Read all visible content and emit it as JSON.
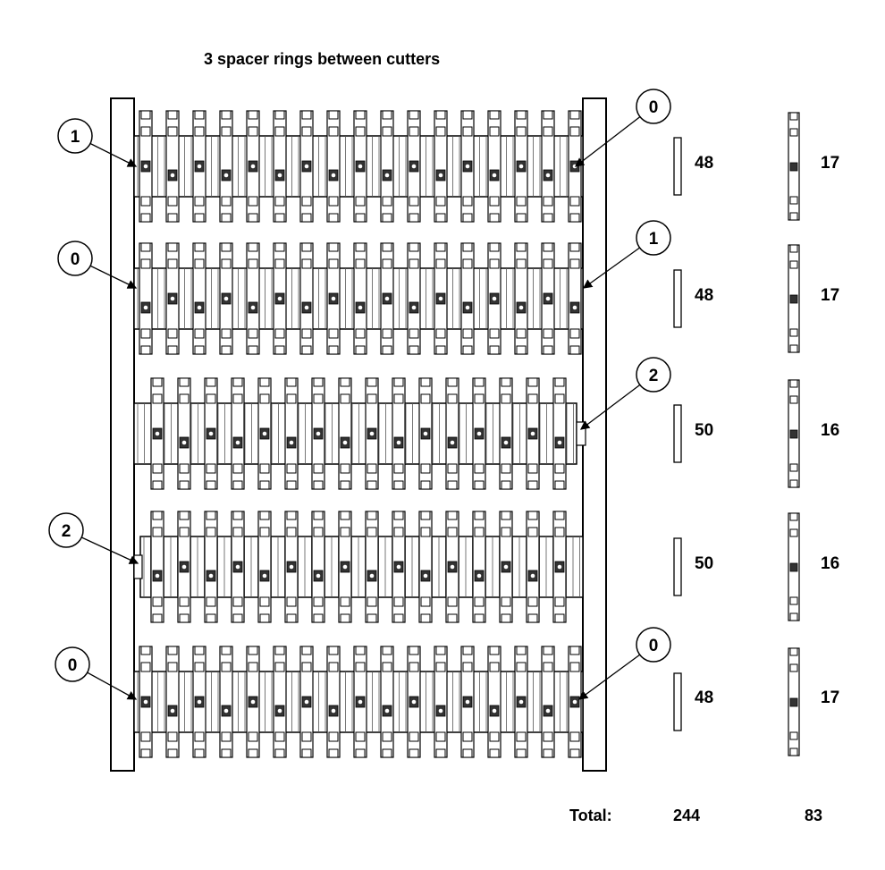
{
  "title": "3 spacer rings between cutters",
  "rows": [
    {
      "left_callout": "1",
      "right_callout": "0",
      "spacer_count": "48",
      "cutter_count": "17"
    },
    {
      "left_callout": "0",
      "right_callout": "1",
      "spacer_count": "48",
      "cutter_count": "17"
    },
    {
      "left_callout": "",
      "right_callout": "2",
      "spacer_count": "50",
      "cutter_count": "16"
    },
    {
      "left_callout": "2",
      "right_callout": "",
      "spacer_count": "50",
      "cutter_count": "16"
    },
    {
      "left_callout": "0",
      "right_callout": "0",
      "spacer_count": "48",
      "cutter_count": "17"
    }
  ],
  "totals": {
    "label": "Total:",
    "spacer_total": "244",
    "cutter_total": "83"
  }
}
